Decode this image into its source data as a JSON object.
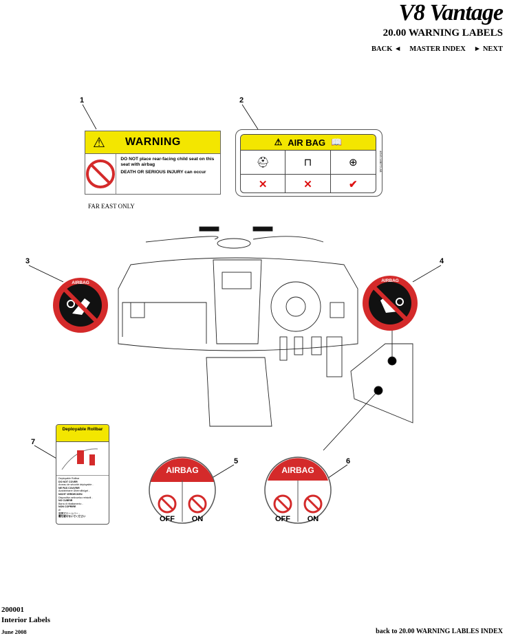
{
  "header": {
    "brand": "V8 Vantage",
    "section_title": "20.00 WARNING LABELS",
    "nav": {
      "back": "BACK ◄",
      "master_index": "MASTER INDEX",
      "next": "► NEXT"
    }
  },
  "callouts": [
    "1",
    "2",
    "3",
    "4",
    "5",
    "6",
    "7"
  ],
  "label_1": {
    "heading": "WARNING",
    "line1": "DO NOT place rear-facing child seat on this seat with airbag",
    "line2": "DEATH OR SERIOUS INJURY can occur",
    "note": "FAR EAST ONLY"
  },
  "label_2": {
    "heading": "AIR BAG",
    "side_code": "4G43-14B072-AB"
  },
  "label_7": {
    "title": "Deployable Rollbar",
    "lines": [
      "Deployable Rollbar",
      "DO NOT COVER",
      "Arceau de sécurité déployable -",
      "NE PAS COUVRIR",
      "Ausfahrbarer Überrollbügel -",
      "NICHT VERDECKEN",
      "Dispositivo antivuelco retráctil -",
      "NO CUBRIR",
      "Barra di ribaltamento -",
      "NON COPRIRE",
      "Ø",
      "展開式ロールバー -",
      "覆を被せないでください"
    ]
  },
  "badge_text": {
    "airbag": "AIRBAG",
    "off": "OFF",
    "on": "ON"
  },
  "footer": {
    "code": "200001",
    "name": "Interior Labels",
    "date": "June 2008",
    "link": "back to 20.00 WARNING LABLES INDEX"
  },
  "colors": {
    "yellow": "#f3e600",
    "red": "#d42a2a",
    "black": "#000000"
  }
}
